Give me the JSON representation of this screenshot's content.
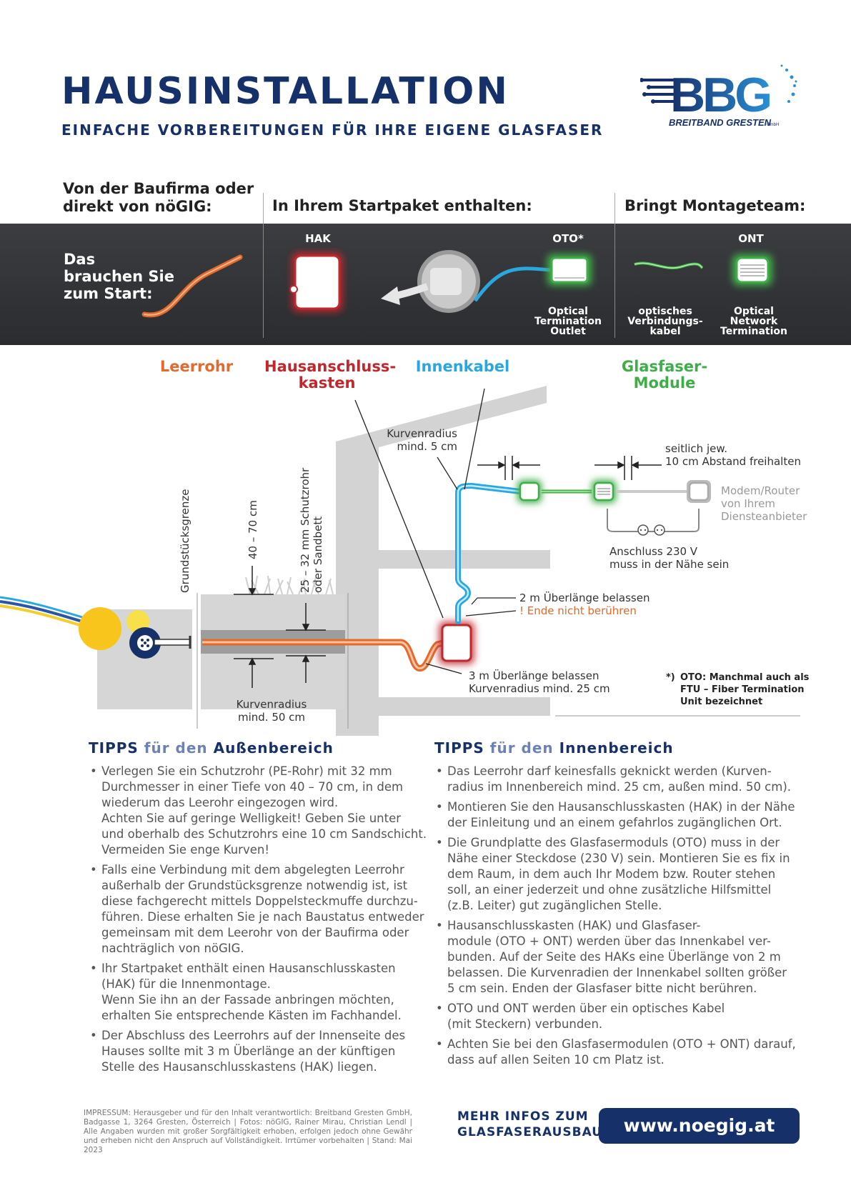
{
  "header": {
    "title": "HAUSINSTALLATION",
    "subtitle": "EINFACHE VORBEREITUNGEN FÜR IHRE EIGENE GLASFASER",
    "logo_text": "BBG",
    "logo_tagline": "BREITBAND GRESTEN",
    "logo_suffix": "GmbH"
  },
  "columns": {
    "col1": [
      "Von der Baufirma oder",
      "direkt von nöGIG:"
    ],
    "col2": "In Ihrem Startpaket enthalten:",
    "col3": "Bringt Montageteam:"
  },
  "band": {
    "start_text": [
      "Das",
      "brauchen Sie",
      "zum Start:"
    ],
    "hak_label": "HAK",
    "oto_label": "OTO*",
    "ont_label": "ONT",
    "oto_caption": [
      "Optical",
      "Termination",
      "Outlet"
    ],
    "cable_caption": [
      "optisches",
      "Verbindungs-",
      "kabel"
    ],
    "ont_caption": [
      "Optical",
      "Network",
      "Termination"
    ]
  },
  "categories": {
    "leerrohr": "Leerrohr",
    "hak": [
      "Hausanschluss-",
      "kasten"
    ],
    "innenkabel": "Innenkabel",
    "module": "Glasfaser-Module"
  },
  "diagram": {
    "grundstuecksgrenze": "Grundstücksgrenze",
    "tiefe": "40 – 70 cm",
    "schutzrohr": [
      "25 – 32 mm Schutzrohr",
      "oder Sandbett"
    ],
    "kurvenradius_aussen": [
      "Kurvenradius",
      "mind. 50 cm"
    ],
    "kurvenradius_innen": [
      "Kurvenradius",
      "mind. 5 cm"
    ],
    "abstand": [
      "seitlich jew.",
      "10 cm Abstand freihalten"
    ],
    "modem": [
      "Modem/Router",
      "von Ihrem",
      "Diensteanbieter"
    ],
    "anschluss": [
      "Anschluss 230 V",
      "muss in der Nähe sein"
    ],
    "ueberlaenge_2m": "2 m Überlänge belassen",
    "ende_nicht": "! Ende nicht berühren",
    "ueberlaenge_3m": [
      "3 m Überlänge belassen",
      "Kurvenradius mind. 25 cm"
    ],
    "footnote": [
      "*)",
      "OTO: Manchmal auch als",
      "FTU – Fiber Termination",
      "Unit bezeichnet"
    ]
  },
  "tips_outside": {
    "head_a": "TIPPS",
    "head_b": "für den",
    "head_c": "Außenbereich",
    "items": [
      [
        "Verlegen Sie ein Schutzrohr (PE-Rohr) mit 32 mm",
        "Durchmesser in einer Tiefe von 40 – 70 cm, in dem",
        "wiederum das Leerohr eingezogen wird.",
        "Achten Sie auf geringe Welligkeit! Geben Sie unter",
        "und oberhalb des Schutzrohrs eine 10 cm Sandschicht.",
        "Vermeiden Sie enge Kurven!"
      ],
      [
        "Falls eine Verbindung mit dem abgelegten Leerrohr",
        "außerhalb der Grundstücksgrenze notwendig ist, ist",
        "diese fachgerecht mittels Doppelsteckmuffe durchzu-",
        "führen. Diese erhalten Sie je nach Baustatus entweder",
        "gemeinsam mit dem Leerohr von der Baufirma oder",
        "nachträglich von nöGIG."
      ],
      [
        "Ihr Startpaket enthält einen Hausanschlusskasten",
        "(HAK) für die Innenmontage.",
        "Wenn Sie ihn an der Fassade anbringen möchten,",
        "erhalten Sie entsprechende Kästen im Fachhandel."
      ],
      [
        "Der Abschluss des Leerrohrs auf der Innenseite des",
        "Hauses sollte mit 3 m Überlänge an der künftigen",
        "Stelle des Hausanschlusskastens (HAK) liegen."
      ]
    ]
  },
  "tips_inside": {
    "head_a": "TIPPS",
    "head_b": "für den",
    "head_c": "Innenbereich",
    "items": [
      [
        "Das Leerrohr darf keinesfalls geknickt werden (Kurven-",
        "radius im Innenbereich mind. 25 cm, außen mind. 50 cm)."
      ],
      [
        "Montieren Sie den Hausanschlusskasten (HAK) in der Nähe",
        "der Einleitung und an einem gefahrlos zugänglichen Ort."
      ],
      [
        "Die Grundplatte des Glasfasermoduls (OTO) muss in der",
        "Nähe einer Steckdose (230 V) sein. Montieren Sie es fix in",
        "dem Raum, in dem auch Ihr Modem bzw. Router stehen",
        "soll, an einer jederzeit und ohne zusätzliche Hilfsmittel",
        "(z.B. Leiter) gut zugänglichen Stelle."
      ],
      [
        "Hausanschlusskasten (HAK) und Glasfaser-",
        "module (OTO + ONT) werden über das Innenkabel ver-",
        "bunden. Auf der Seite des HAKs eine Überlänge von 2 m",
        "belassen. Die Kurvenradien der Innenkabel sollten größer",
        "5 cm sein. Enden der Glasfaser bitte nicht berühren."
      ],
      [
        "OTO und ONT werden über ein optisches Kabel",
        "(mit Steckern) verbunden."
      ],
      [
        "Achten Sie bei den Glasfasermodulen (OTO + ONT) darauf,",
        "dass auf allen Seiten 10 cm Platz ist."
      ]
    ]
  },
  "footer": {
    "impressum": "IMPRESSUM: Herausgeber und für den Inhalt verantwortlich: Breitband Gresten GmbH, Badgasse 1, 3264 Gresten, Österreich | Fotos: nöGIG, Rainer Mirau, Christian Lendl | Alle Angaben wurden mit großer Sorgfältigkeit erhoben, erfolgen jedoch ohne Gewähr und erheben nicht den Anspruch auf Vollständigkeit. Irrtümer vorbehalten | Stand: Mai 2023",
    "more_line1": "MEHR INFOS ZUM",
    "more_line2": "GLASFASERAUSBAU:",
    "url": "www.noegig.at"
  },
  "colors": {
    "navy": "#16306a",
    "orange": "#e26a2c",
    "red": "#c0282d",
    "blue": "#2aa7df",
    "green": "#3fae49"
  }
}
